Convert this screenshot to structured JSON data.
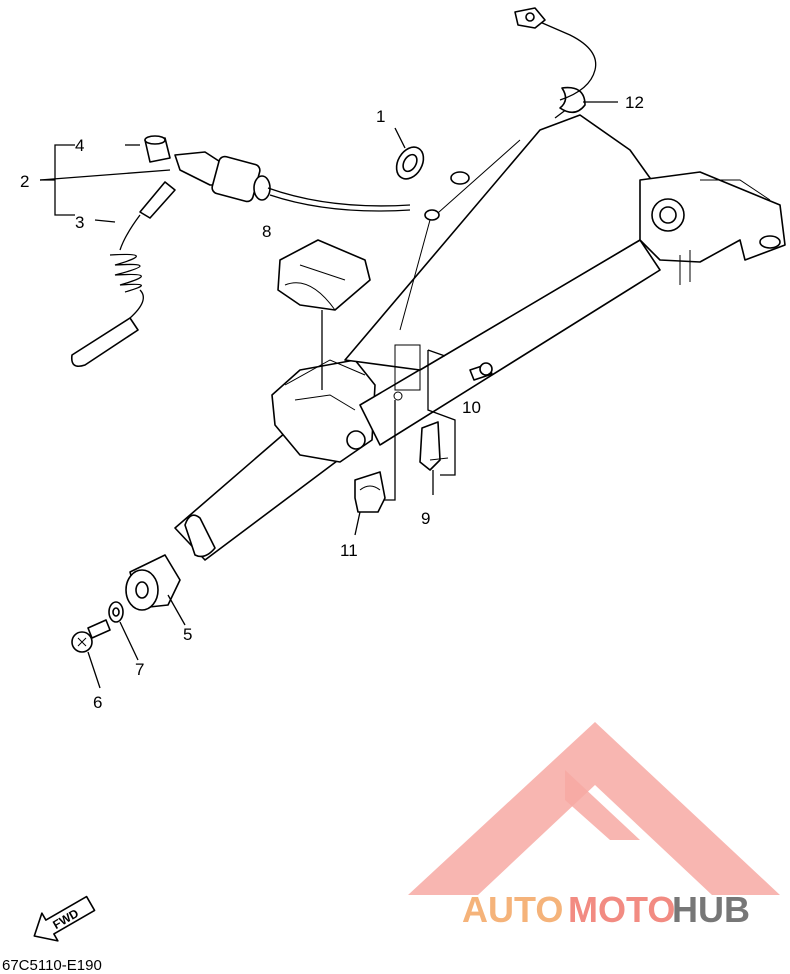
{
  "diagram_code": "67C5110-E190",
  "fwd_label": "FWD",
  "watermark": {
    "part1": "AUTO",
    "part2": "MOTO",
    "part3": "HUB",
    "color_orange": "#f5b37a",
    "color_red": "#f28b82",
    "color_gray": "#777777"
  },
  "callouts": {
    "c1": "1",
    "c2": "2",
    "c3": "3",
    "c4": "4",
    "c5": "5",
    "c6": "6",
    "c7": "7",
    "c8": "8",
    "c9": "9",
    "c10": "10",
    "c11": "11",
    "c12": "12"
  }
}
